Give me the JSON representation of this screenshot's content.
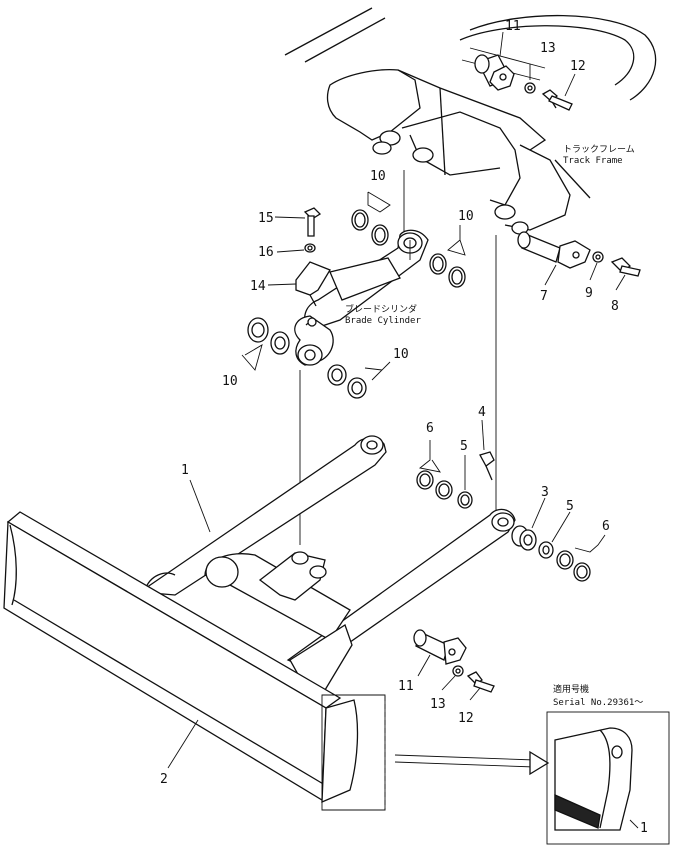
{
  "labels": {
    "track_frame_jp": "トラックフレーム",
    "track_frame_en": "Track  Frame",
    "blade_cylinder_jp": "ブレードシリンダ",
    "blade_cylinder_en": "Brade  Cylinder",
    "serial_jp": "適用号機",
    "serial_en": "Serial No.29361～"
  },
  "callouts": {
    "c1": "1",
    "c2": "2",
    "c3": "3",
    "c4": "4",
    "c5a": "5",
    "c5b": "5",
    "c6a": "6",
    "c6b": "6",
    "c7": "7",
    "c8": "8",
    "c9": "9",
    "c10a": "10",
    "c10b": "10",
    "c10c": "10",
    "c10d": "10",
    "c11a": "11",
    "c11b": "11",
    "c12a": "12",
    "c12b": "12",
    "c13a": "13",
    "c13b": "13",
    "c14": "14",
    "c15": "15",
    "c16": "16",
    "c1inset": "1"
  }
}
